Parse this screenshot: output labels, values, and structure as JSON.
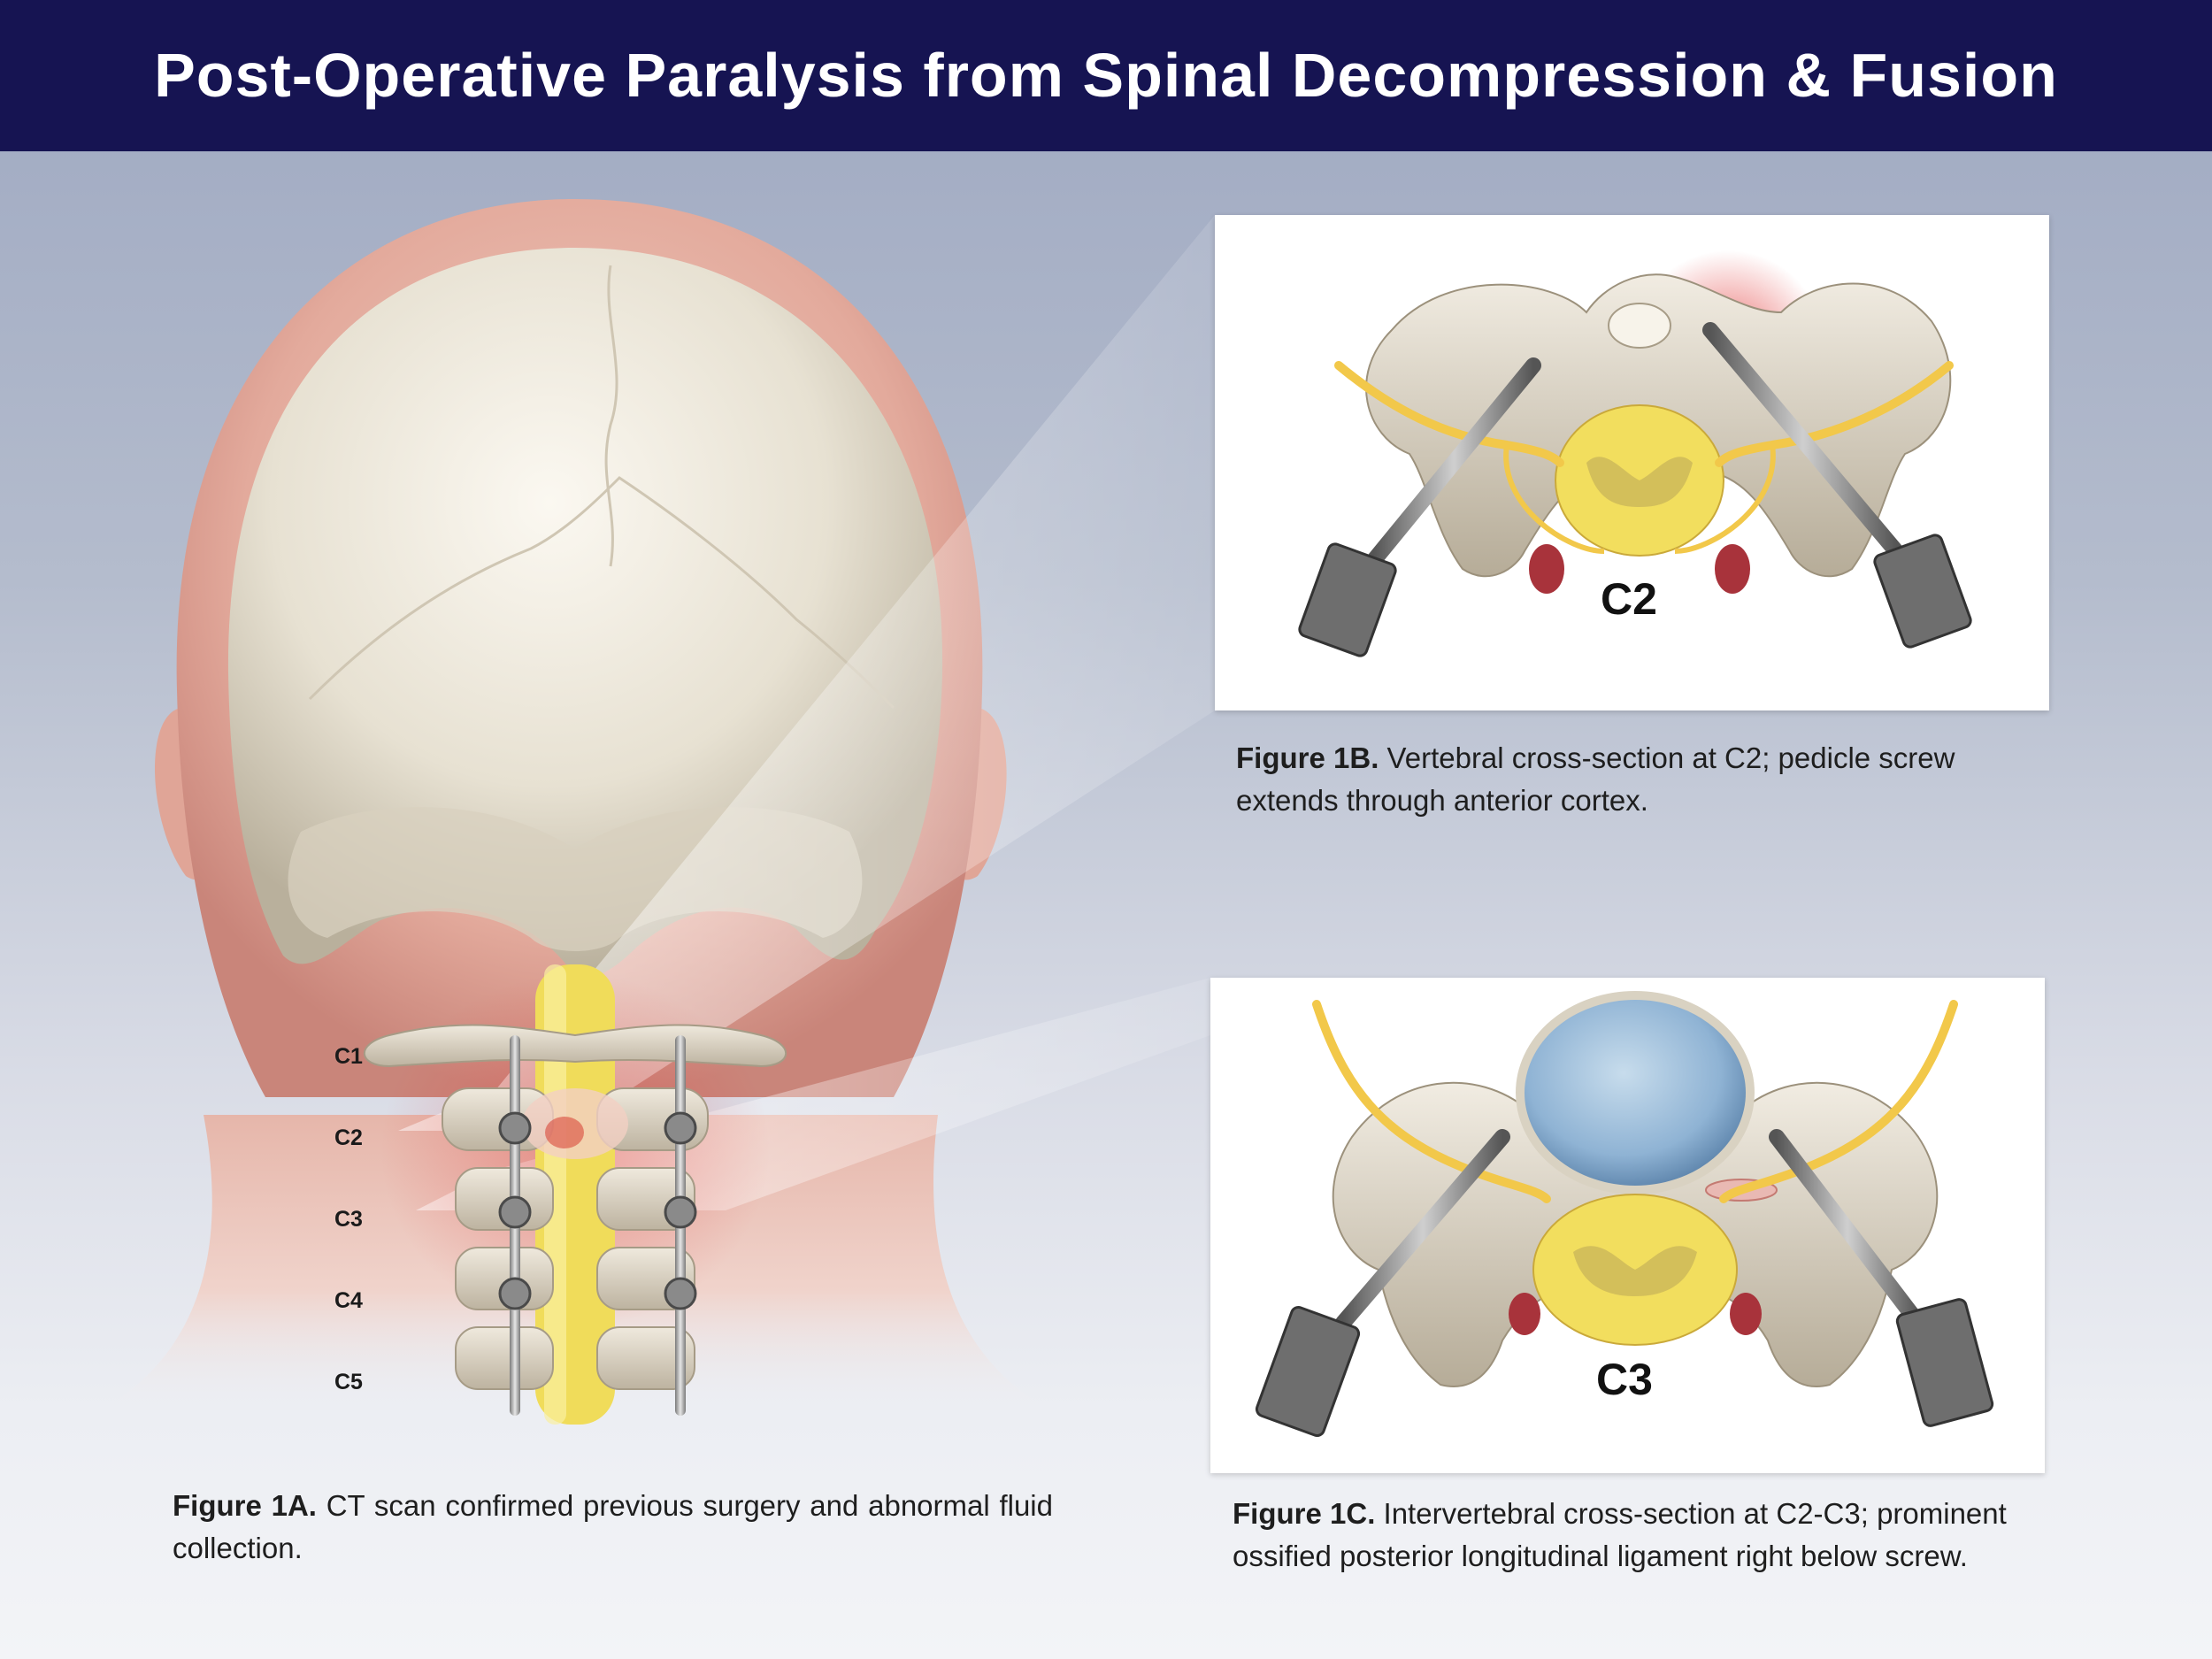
{
  "title": "Post-Operative Paralysis from Spinal Decompression & Fusion",
  "vertebra_labels": [
    "C1",
    "C2",
    "C3",
    "C4",
    "C5"
  ],
  "figure_1a": {
    "label": "Figure 1A.",
    "text": "CT scan confirmed previous surgery and abnormal fluid collection."
  },
  "figure_1b": {
    "label": "Figure 1B.",
    "text": "Vertebral cross-section at C2; pedicle screw extends through anterior cortex.",
    "level": "C2"
  },
  "figure_1c": {
    "label": "Figure 1C.",
    "text": "Intervertebral cross-section at C2-C3; prominent ossified posterior longitudinal ligament right below screw.",
    "level": "C3"
  },
  "colors": {
    "title_bar": "#161452",
    "bone": "#ddd6c8",
    "spinal_cord": "#f0dc5a",
    "nerve": "#f2c84a",
    "disc": "#8fb3d4",
    "inflammation": "#e23b3b",
    "hardware": "#6b6b6b"
  }
}
